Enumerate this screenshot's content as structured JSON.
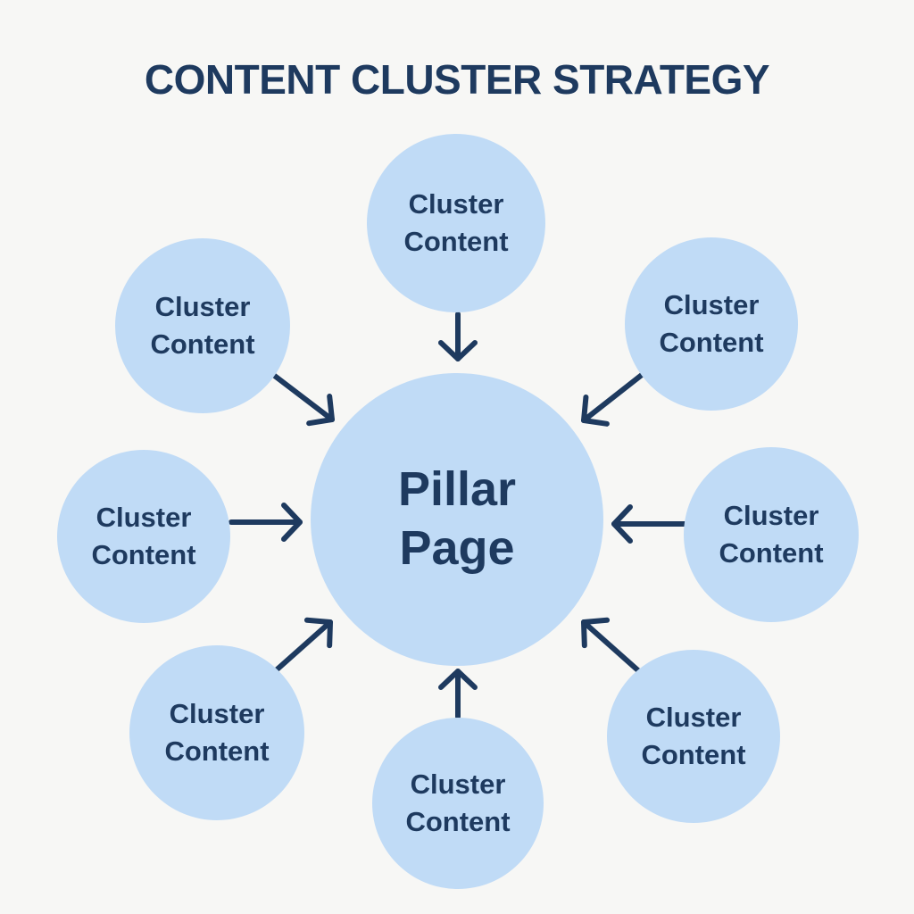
{
  "title": "CONTENT CLUSTER STRATEGY",
  "colors": {
    "background": "#f7f7f5",
    "node_fill": "#c0dbf6",
    "ink": "#1e3a5f",
    "arrow": "#1e3a5f"
  },
  "diagram": {
    "center_node": {
      "label": "Pillar Page"
    },
    "cluster_nodes": [
      {
        "id": "top",
        "label": "Cluster Content"
      },
      {
        "id": "upper-left",
        "label": "Cluster Content"
      },
      {
        "id": "upper-right",
        "label": "Cluster Content"
      },
      {
        "id": "left",
        "label": "Cluster Content"
      },
      {
        "id": "right",
        "label": "Cluster Content"
      },
      {
        "id": "lower-left",
        "label": "Cluster Content"
      },
      {
        "id": "lower-right",
        "label": "Cluster Content"
      },
      {
        "id": "bottom",
        "label": "Cluster Content"
      }
    ],
    "connections": [
      {
        "from": "top",
        "to": "center"
      },
      {
        "from": "upper-left",
        "to": "center"
      },
      {
        "from": "upper-right",
        "to": "center"
      },
      {
        "from": "left",
        "to": "center"
      },
      {
        "from": "right",
        "to": "center"
      },
      {
        "from": "lower-left",
        "to": "center"
      },
      {
        "from": "lower-right",
        "to": "center"
      },
      {
        "from": "bottom",
        "to": "center"
      }
    ]
  }
}
